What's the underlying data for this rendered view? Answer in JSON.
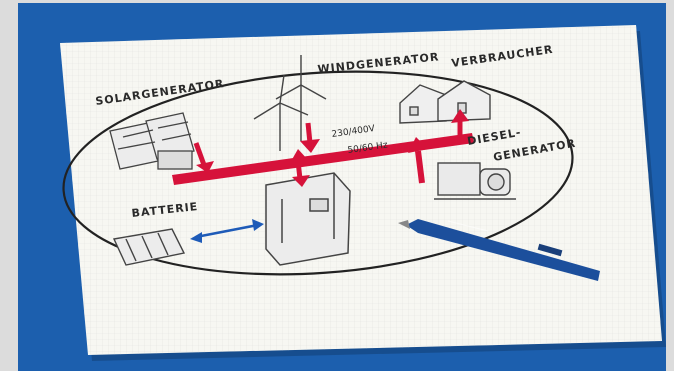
{
  "labels": {
    "solar": "SOLARGENERATOR",
    "wind": "WINDGENERATOR",
    "consumer": "VERBRAUCHER",
    "diesel_line1": "DIESEL-",
    "diesel_line2": "GENERATOR",
    "battery": "BATTERIE",
    "voltage": "230/400V",
    "frequency": "50/60 Hz"
  },
  "colors": {
    "background": "#1c5fae",
    "paper": "#f7f7f2",
    "bus_line": "#d6123a",
    "battery_arrow": "#1e5bb8",
    "pen": "#1c4f9c"
  }
}
